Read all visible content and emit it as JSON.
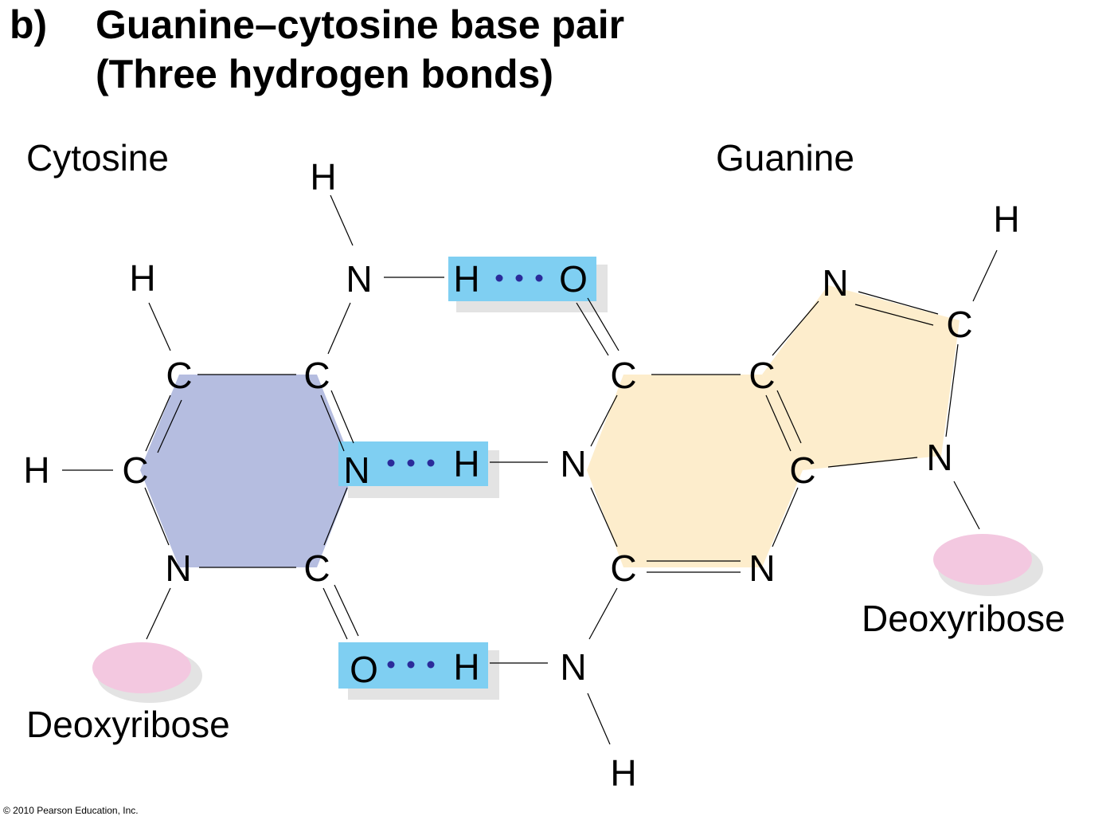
{
  "part_label": "b)",
  "title_line1": "Guanine–cytosine base pair",
  "title_line2": "(Three hydrogen bonds)",
  "colors": {
    "cytosine_ring": "#b5bde0",
    "guanine_ring": "#fdedcc",
    "hbond_highlight": "#7fcff2",
    "sugar": "#f3c8e0",
    "shadow": "#e3e3e3",
    "hbond_dot": "#2b2b9a"
  },
  "cytosine": {
    "name": "Cytosine",
    "atoms": {
      "amino_h": "H",
      "amino_n": "N",
      "c4": "C",
      "c5": "C",
      "c5_h": "H",
      "c6": "C",
      "c6_h": "H",
      "n3": "N",
      "n1": "N",
      "c2": "C",
      "o2": "O"
    },
    "sugar_label": "Deoxyribose"
  },
  "guanine": {
    "name": "Guanine",
    "atoms": {
      "o6": "O",
      "c6": "C",
      "c5": "C",
      "n7": "N",
      "c8": "C",
      "c8_h": "H",
      "n9": "N",
      "c4": "C",
      "n3": "N",
      "c2": "C",
      "n1": "N",
      "n1_h": "H",
      "n2": "N",
      "n2_h": "H",
      "n2_h2": "H"
    },
    "sugar_label": "Deoxyribose"
  },
  "copyright": "© 2010 Pearson Education, Inc."
}
